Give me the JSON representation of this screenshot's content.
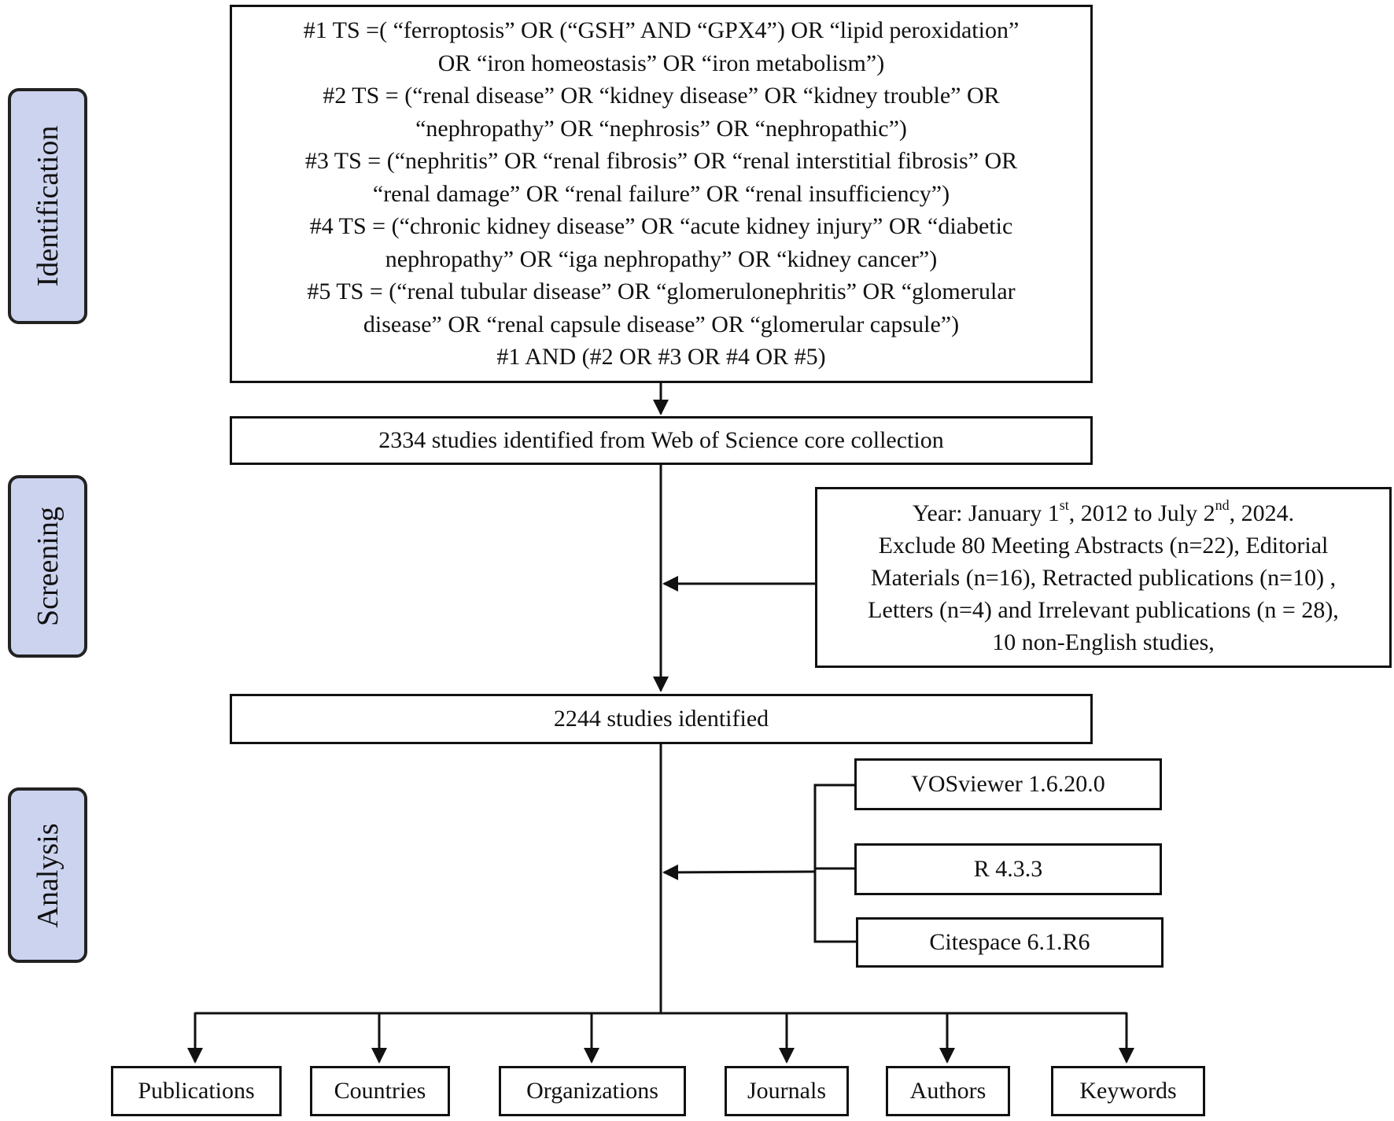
{
  "stages": {
    "identification": "Identification",
    "screening": "Screening",
    "analysis": "Analysis"
  },
  "search": {
    "lines": [
      "#1 TS =( “ferroptosis” OR (“GSH” AND “GPX4”) OR “lipid peroxidation”",
      "OR “iron homeostasis” OR “iron metabolism”)",
      "#2 TS = (“renal disease” OR “kidney disease” OR “kidney trouble” OR",
      "“nephropathy” OR “nephrosis” OR “nephropathic”)",
      "#3 TS = (“nephritis” OR “renal fibrosis” OR “renal interstitial fibrosis” OR",
      "“renal damage” OR “renal failure” OR “renal insufficiency”)",
      "#4 TS = (“chronic kidney disease” OR “acute kidney injury” OR “diabetic",
      "nephropathy” OR “iga nephropathy” OR “kidney cancer”)",
      "#5 TS = (“renal tubular disease” OR “glomerulonephritis” OR “glomerular",
      "disease” OR “renal capsule disease” OR “glomerular capsule”)",
      "#1 AND (#2 OR #3 OR #4 OR #5)"
    ]
  },
  "identified": "2334 studies identified from Web of Science core collection",
  "exclusion": {
    "year_prefix": "Year: January 1",
    "year_sup1": "st",
    "year_mid": ", 2012 to July 2",
    "year_sup2": "nd",
    "year_suffix": ", 2024.",
    "lines": [
      "Exclude 80 Meeting Abstracts (n=22), Editorial",
      "Materials (n=16), Retracted publications (n=10) ,",
      "Letters (n=4) and Irrelevant publications (n = 28),",
      "10 non-English studies,"
    ]
  },
  "included": "2244 studies identified",
  "tools": [
    "VOSviewer 1.6.20.0",
    "R 4.3.3",
    "Citespace 6.1.R6"
  ],
  "outputs": [
    "Publications",
    "Countries",
    "Organizations",
    "Journals",
    "Authors",
    "Keywords"
  ]
}
